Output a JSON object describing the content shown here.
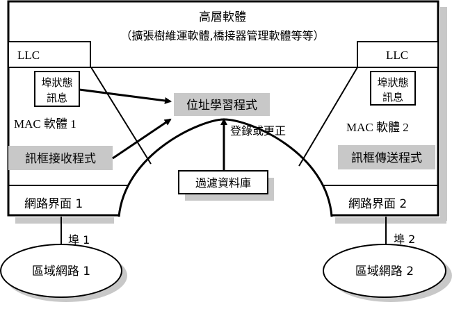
{
  "diagram": {
    "title": "高層軟體",
    "subtitle": "（擴張樹維運軟體,橋接器管理軟體等等）",
    "llc_left": "LLC",
    "llc_right": "LLC",
    "port_status_left": [
      "埠狀態",
      "訊息"
    ],
    "port_status_right": [
      "埠狀態",
      "訊息"
    ],
    "mac_left": "MAC 軟體 1",
    "mac_right": "MAC 軟體 2",
    "address_learning": "位址學習程式",
    "register_or_correct": "登錄或更正",
    "frame_receive": "訊框接收程式",
    "frame_transmit": "訊框傳送程式",
    "filter_database": "過濾資料庫",
    "net_interface_left": "網路界面 1",
    "net_interface_right": "網路界面 2",
    "port_left": "埠 1",
    "port_right": "埠 2",
    "lan_left": "區域網路 1",
    "lan_right": "區域網路 2"
  },
  "colors": {
    "highlight_fill": "#c8c8c8",
    "shadow": "#c8c8c8",
    "stroke": "#000000"
  }
}
